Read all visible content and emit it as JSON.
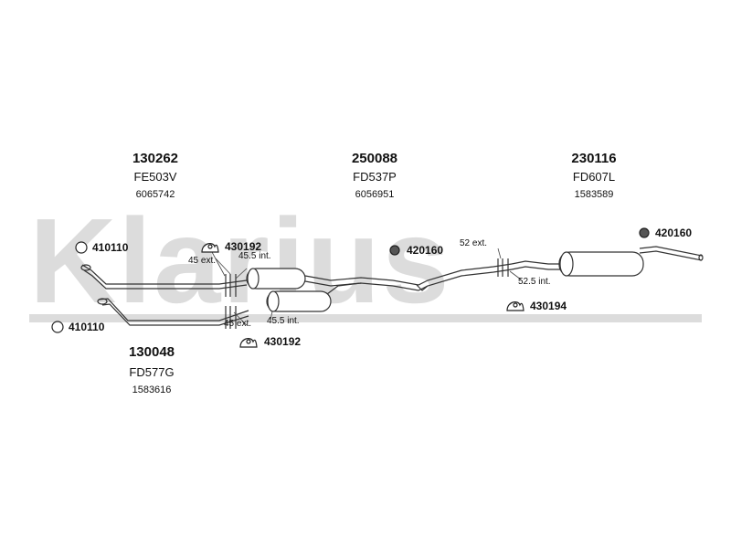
{
  "watermark": {
    "text": "Klarius"
  },
  "groups": [
    {
      "code": "130262",
      "ref": "FE503V",
      "number": "6065742"
    },
    {
      "code": "250088",
      "ref": "FD537P",
      "number": "6056951"
    },
    {
      "code": "230116",
      "ref": "FD607L",
      "number": "1583589"
    },
    {
      "code": "130048",
      "ref": "FD577G",
      "number": "1583616"
    }
  ],
  "parts": {
    "p410110_top": "410110",
    "p410110_bottom": "410110",
    "p430192_top": "430192",
    "p430192_bottom": "430192",
    "p420160_mid": "420160",
    "p420160_right": "420160",
    "p430194": "430194"
  },
  "dimensions": {
    "ext45_top": "45 ext.",
    "int455_top": "45.5 int.",
    "ext45_bottom": "45 ext.",
    "int455_bottom": "45.5 int.",
    "ext52": "52 ext.",
    "int525": "52.5 int."
  }
}
